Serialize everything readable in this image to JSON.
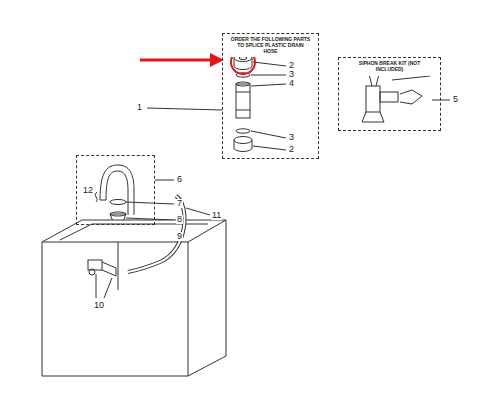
{
  "diagram": {
    "nodes": [
      {
        "text": [
          "ORDER THE FOLLOWING PARTS TO SPLICE PLASTIC DRAIN HOSE"
        ]
      },
      {
        "text": [
          "SIPHON BREAK KIT (NOT INCLUDED)"
        ]
      }
    ],
    "labels": [
      "1",
      "2",
      "3",
      "4",
      "3",
      "2",
      "5",
      "6",
      "12",
      "7",
      "8",
      "9",
      "11",
      "10"
    ]
  }
}
